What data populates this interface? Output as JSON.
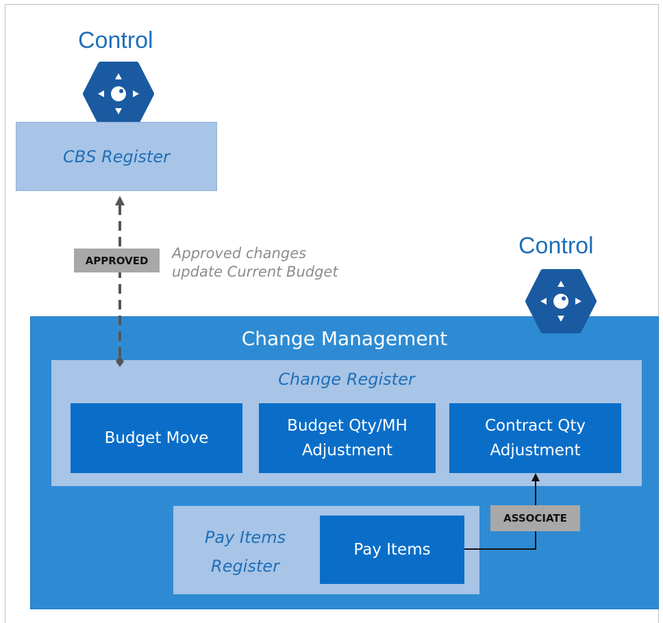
{
  "top_control": {
    "label": "Control",
    "icon": "control-hex-icon"
  },
  "right_control": {
    "label": "Control",
    "icon": "control-hex-icon"
  },
  "cbs_register": {
    "label": "CBS Register"
  },
  "approved_tag": {
    "label": "APPROVED"
  },
  "approved_note": {
    "line1": "Approved changes",
    "line2": "update Current Budget"
  },
  "change_management": {
    "title": "Change Management",
    "change_register": {
      "title": "Change Register",
      "items": [
        {
          "line1": "Budget Move",
          "line2": ""
        },
        {
          "line1": "Budget Qty/MH",
          "line2": "Adjustment"
        },
        {
          "line1": "Contract Qty",
          "line2": "Adjustment"
        }
      ]
    },
    "pay_items_register": {
      "line1": "Pay Items",
      "line2": "Register"
    },
    "pay_items": {
      "label": "Pay Items"
    },
    "associate_tag": {
      "label": "ASSOCIATE"
    }
  },
  "colors": {
    "hex_fill": "#1a5aa0",
    "outer_blue": "#2e8bd3",
    "light_blue": "#a8c4e6",
    "dark_blue": "#0a6ec9",
    "tag_gray": "#a8a8a8",
    "connector": "#555555"
  }
}
